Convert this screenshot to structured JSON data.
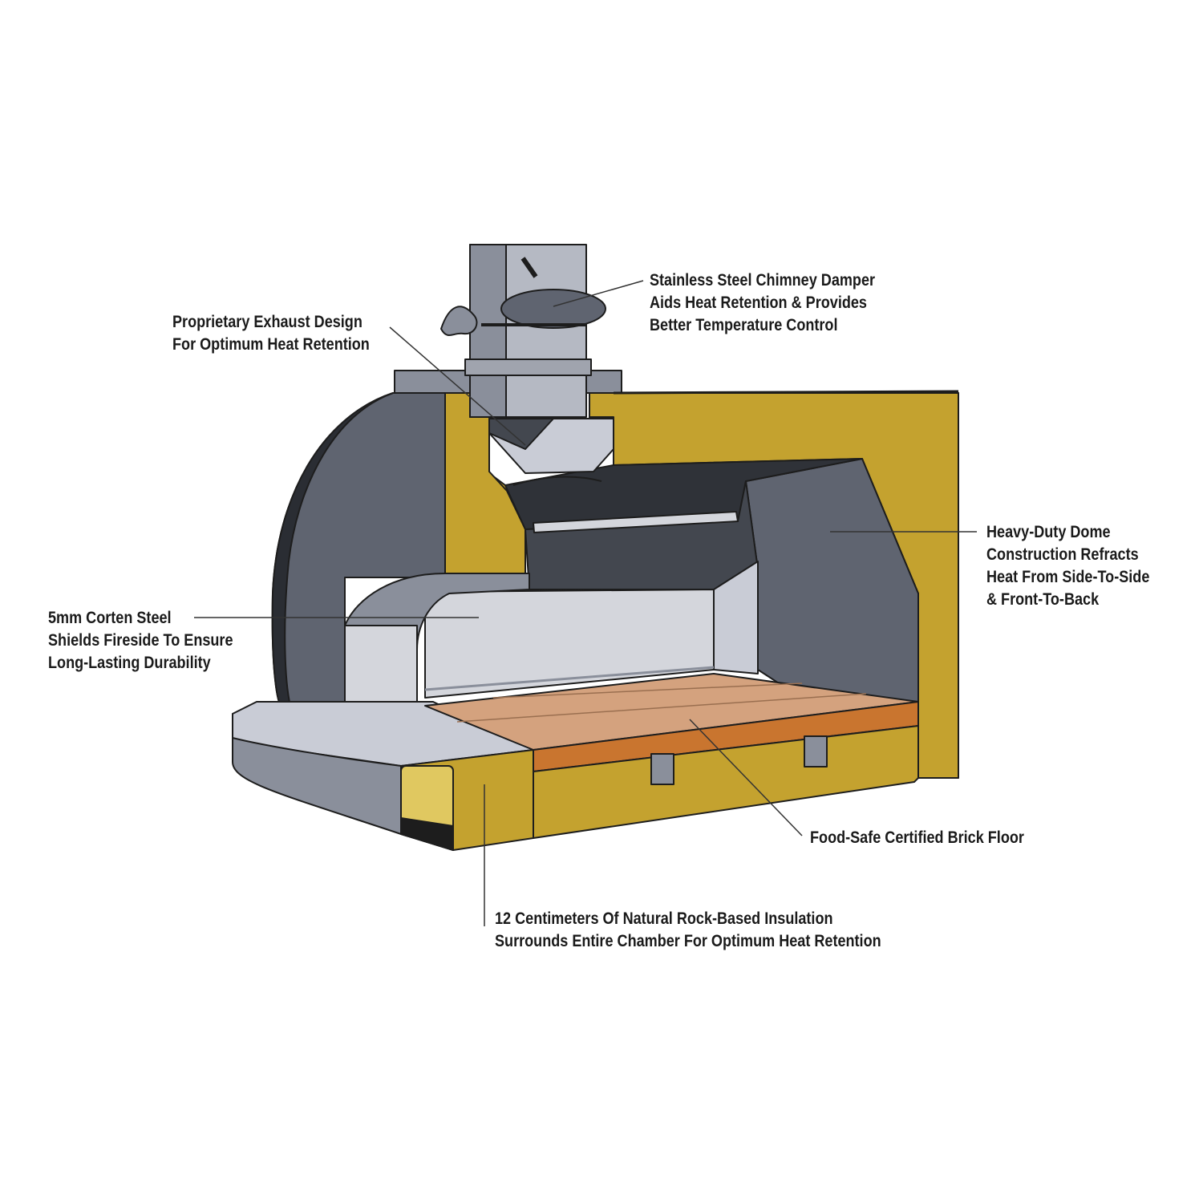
{
  "colors": {
    "insulation": "#c4a22f",
    "insulation_edge": "#8d7418",
    "steel_dark": "#5f6470",
    "steel_mid": "#8a8f9b",
    "steel_light": "#c9ccd6",
    "panel_light": "#d4d6dc",
    "brick_top": "#d4a27e",
    "brick_front": "#c9752f",
    "rock_wool": "#e0c860",
    "outline": "#1d1d1d",
    "leader_line": "#333333"
  },
  "callouts": {
    "chimney_damper": {
      "lines": [
        "Stainless Steel Chimney Damper",
        "Aids Heat Retention & Provides",
        "Better Temperature Control"
      ]
    },
    "exhaust_design": {
      "lines": [
        "Proprietary Exhaust Design",
        "For Optimum Heat Retention"
      ]
    },
    "dome_construction": {
      "lines": [
        "Heavy-Duty Dome",
        "Construction Refracts",
        "Heat From Side-To-Side",
        "& Front-To-Back"
      ]
    },
    "corten_steel": {
      "lines": [
        "5mm Corten Steel",
        "Shields Fireside To Ensure",
        "Long-Lasting Durability"
      ]
    },
    "brick_floor": {
      "lines": [
        "Food-Safe Certified Brick Floor"
      ]
    },
    "insulation": {
      "lines": [
        "12 Centimeters Of Natural Rock-Based Insulation",
        "Surrounds Entire Chamber For Optimum Heat Retention"
      ]
    }
  }
}
